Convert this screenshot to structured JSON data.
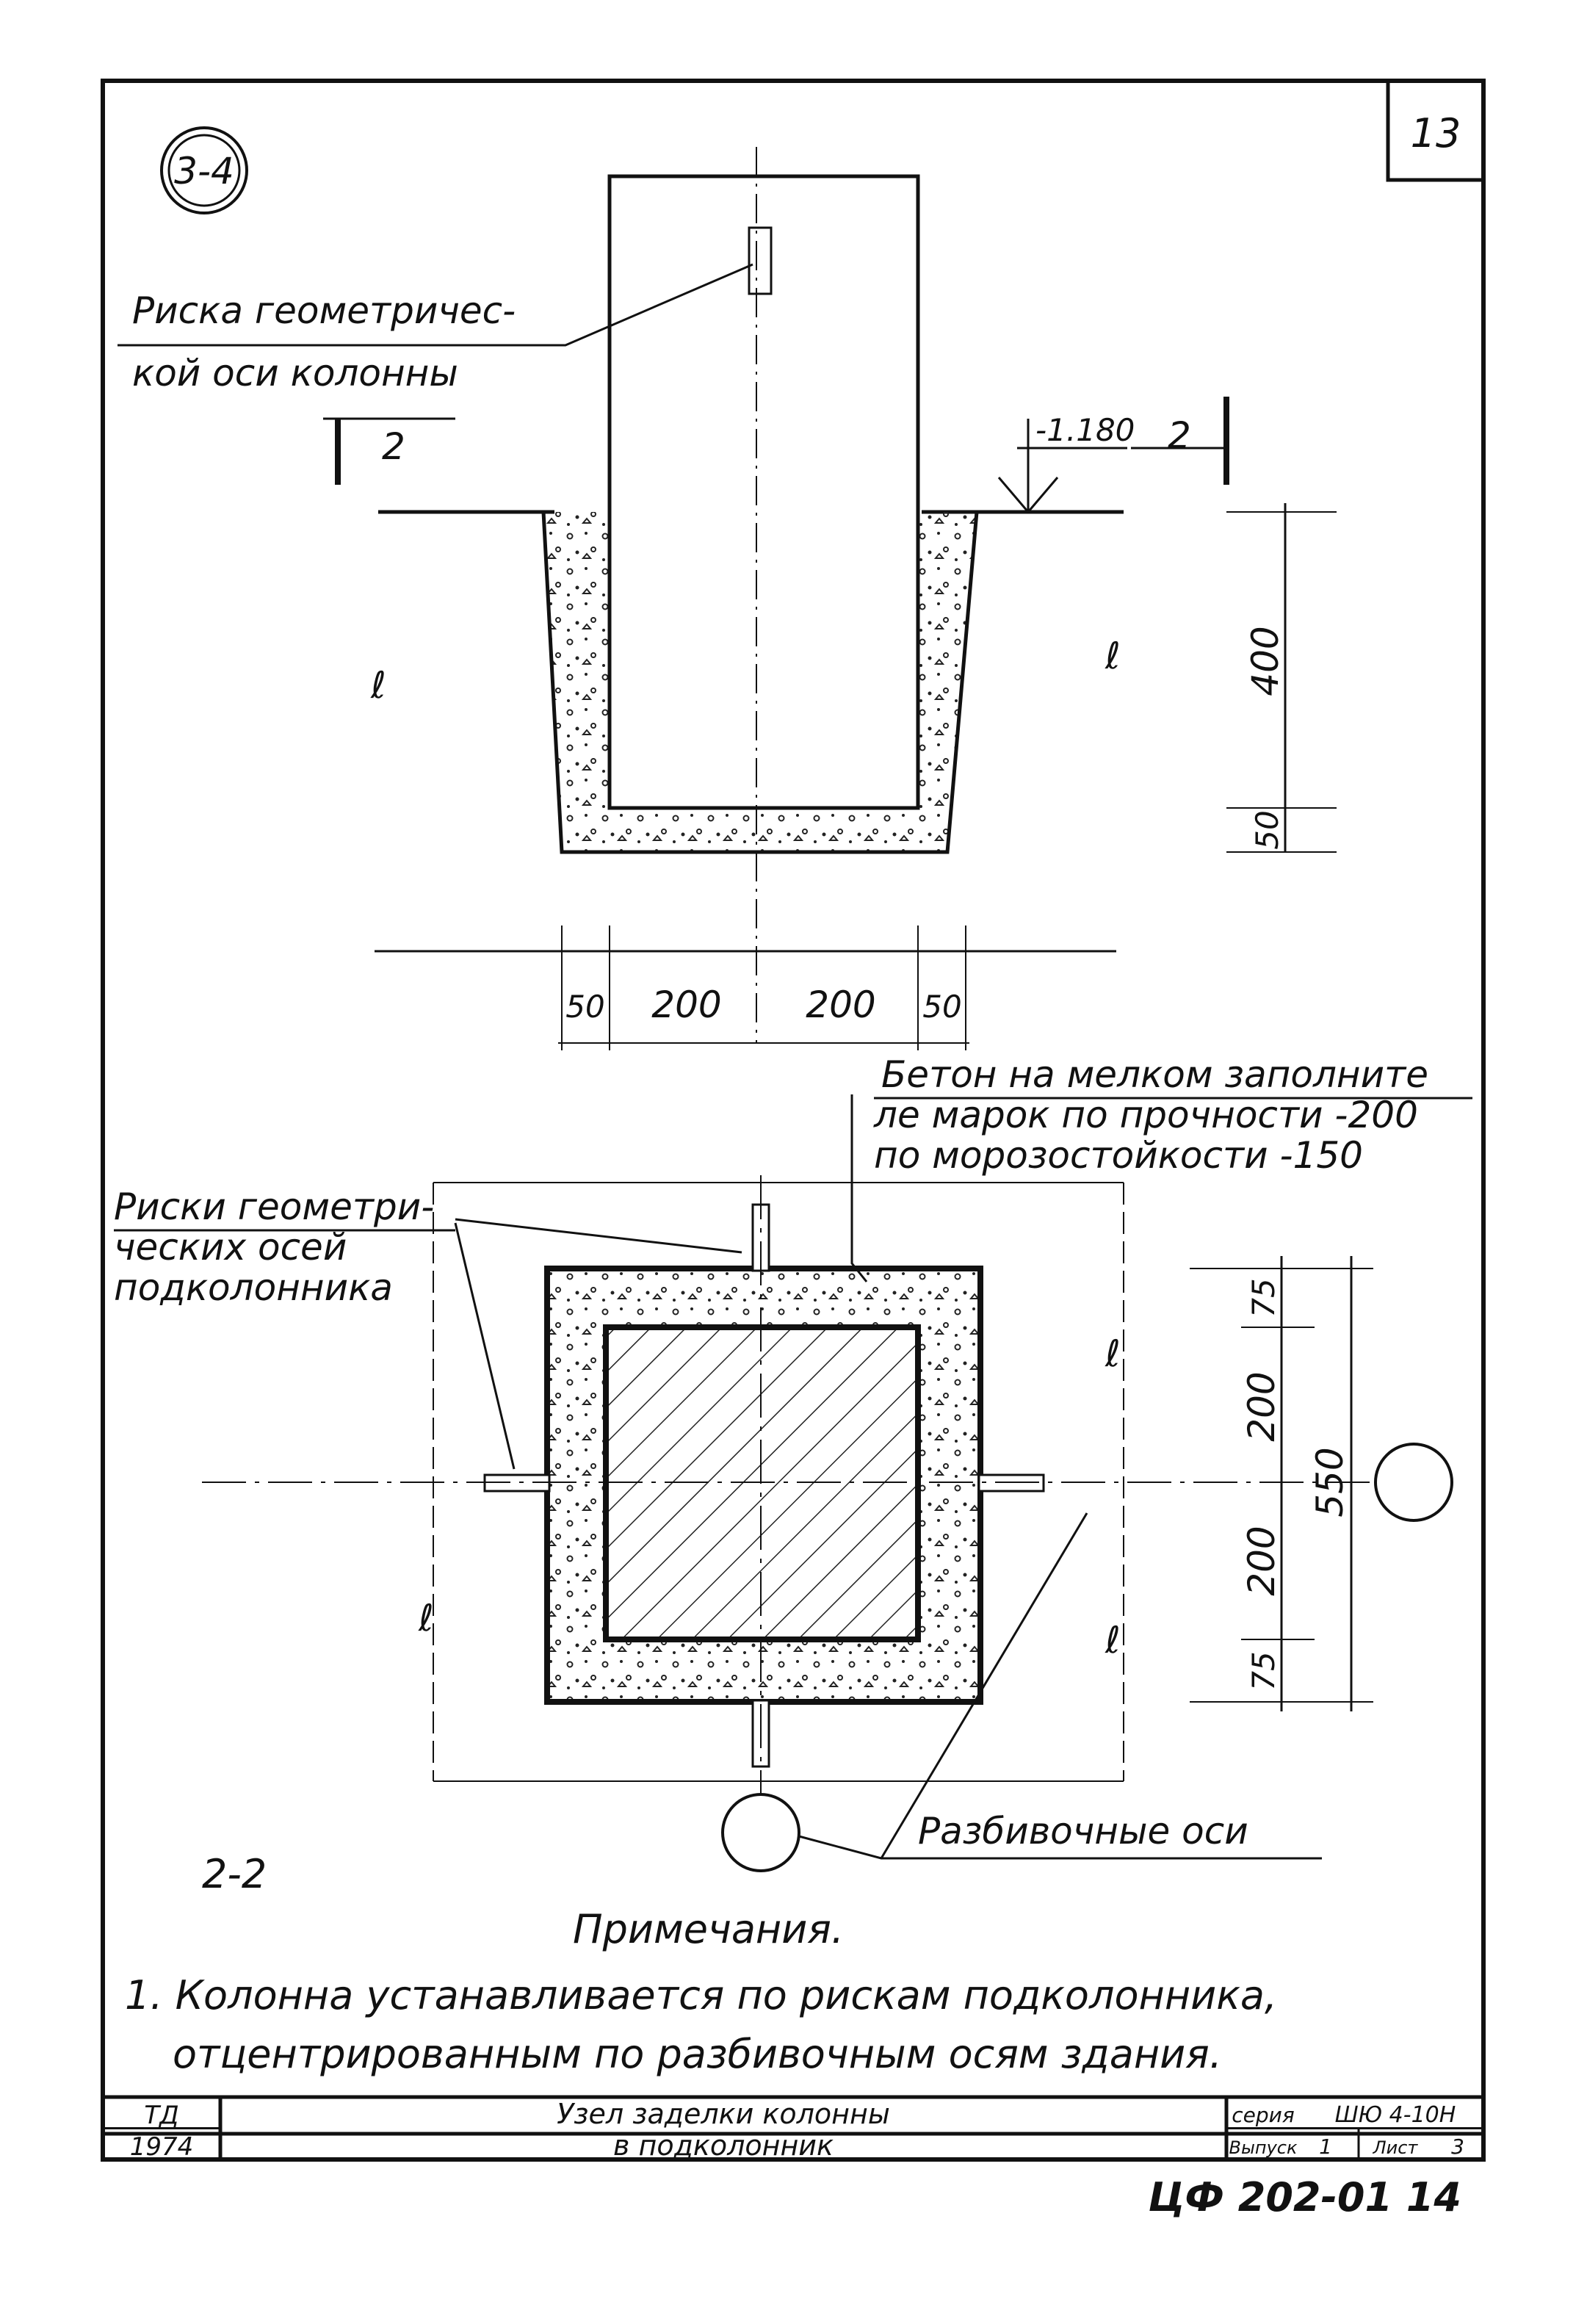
{
  "sheet_number": "13",
  "node_marker": "3-4",
  "elevation_section": {
    "label_column_axis_line1": "Риска геометричес-",
    "label_column_axis_line2": "кой оси колонны",
    "level_mark": "-1.180",
    "cut_mark_left": "2",
    "cut_mark_right": "2",
    "dim_vertical": [
      "400",
      "50"
    ],
    "dim_horizontal": [
      "50",
      "200",
      "200",
      "50"
    ]
  },
  "plan_section": {
    "section_label": "2-2",
    "label_concrete_line1": "Бетон на мелком заполните",
    "label_concrete_line2": "ле марок по прочности -200",
    "label_concrete_line3": "по морозостойкости -150",
    "label_axis_marks_line1": "Риски геометри-",
    "label_axis_marks_line2": "ческих осей",
    "label_axis_marks_line3": "подколонника",
    "label_layout_axes": "Разбивочные оси",
    "dim_right_parts": [
      "75",
      "200",
      "200",
      "75"
    ],
    "dim_right_total": "550"
  },
  "notes": {
    "heading": "Примечания.",
    "line1": "1. Колонна устанавливается по рискам подколонника,",
    "line2": "отцентрированным по разбивочным осям здания."
  },
  "title_block": {
    "org": "ТД",
    "year": "1974",
    "title_line1": "Узел заделки колонны",
    "title_line2": "в подколонник",
    "series_label": "серия",
    "series_value": "ШЮ 4-10Н",
    "issue_label": "Выпуск",
    "issue_value": "1",
    "sheet_label": "Лист",
    "sheet_value": "3"
  },
  "archive_code": "ЦФ 202-01 14"
}
